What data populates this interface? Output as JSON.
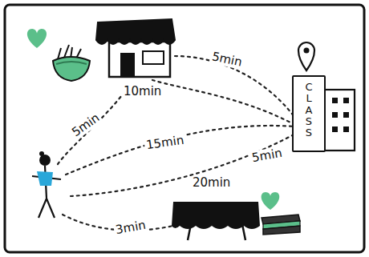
{
  "diagram": {
    "nodes": [
      {
        "text": [
          "CLASS"
        ]
      }
    ],
    "labels": [
      "5min",
      "10min",
      "5min",
      "15min",
      "5min",
      "20min",
      "3min"
    ]
  }
}
